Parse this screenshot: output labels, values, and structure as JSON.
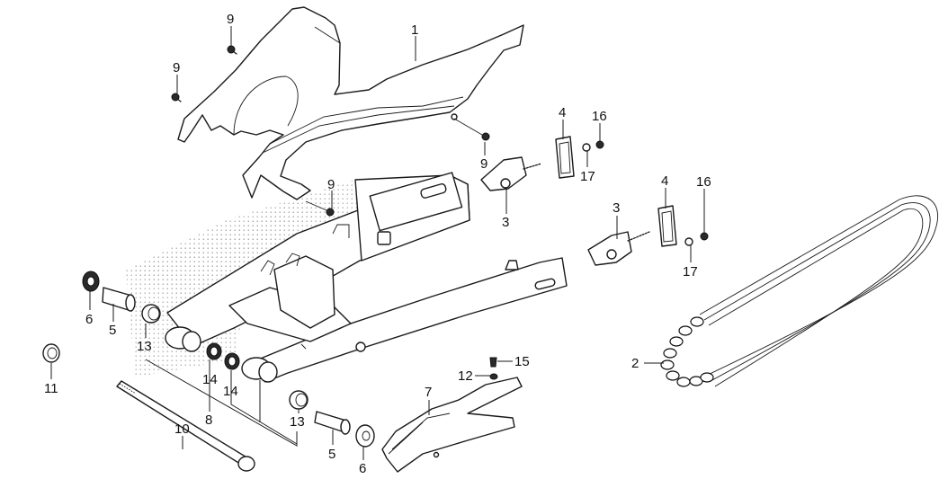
{
  "diagram": {
    "title": "Swingarm / Drive Chain exploded view",
    "callouts": [
      {
        "id": "c1",
        "label": "1",
        "part": "chain-case"
      },
      {
        "id": "c2",
        "label": "2",
        "part": "drive-chain"
      },
      {
        "id": "c3a",
        "label": "3",
        "part": "chain-adjuster-upper"
      },
      {
        "id": "c3b",
        "label": "3",
        "part": "chain-adjuster-lower"
      },
      {
        "id": "c4a",
        "label": "4",
        "part": "adjuster-plate-upper"
      },
      {
        "id": "c4b",
        "label": "4",
        "part": "adjuster-plate-lower"
      },
      {
        "id": "c5a",
        "label": "5",
        "part": "pivot-collar-left"
      },
      {
        "id": "c5b",
        "label": "5",
        "part": "pivot-collar-right"
      },
      {
        "id": "c6a",
        "label": "6",
        "part": "dust-seal-left"
      },
      {
        "id": "c6b",
        "label": "6",
        "part": "dust-seal-right"
      },
      {
        "id": "c7",
        "label": "7",
        "part": "chain-slider"
      },
      {
        "id": "c8",
        "label": "8",
        "part": "swingarm"
      },
      {
        "id": "c9a",
        "label": "9",
        "part": "bolt-top"
      },
      {
        "id": "c9b",
        "label": "9",
        "part": "bolt-left"
      },
      {
        "id": "c9c",
        "label": "9",
        "part": "bolt-right"
      },
      {
        "id": "c9d",
        "label": "9",
        "part": "bolt-lower"
      },
      {
        "id": "c10",
        "label": "10",
        "part": "pivot-bolt"
      },
      {
        "id": "c11",
        "label": "11",
        "part": "pivot-nut"
      },
      {
        "id": "c12",
        "label": "12",
        "part": "washer"
      },
      {
        "id": "c13a",
        "label": "13",
        "part": "needle-bearing-left"
      },
      {
        "id": "c13b",
        "label": "13",
        "part": "needle-bearing-right"
      },
      {
        "id": "c14a",
        "label": "14",
        "part": "ball-bearing-a"
      },
      {
        "id": "c14b",
        "label": "14",
        "part": "ball-bearing-b"
      },
      {
        "id": "c15",
        "label": "15",
        "part": "screw"
      },
      {
        "id": "c16a",
        "label": "16",
        "part": "lock-nut-upper"
      },
      {
        "id": "c16b",
        "label": "16",
        "part": "lock-nut-lower"
      },
      {
        "id": "c17a",
        "label": "17",
        "part": "adjust-nut-upper"
      },
      {
        "id": "c17b",
        "label": "17",
        "part": "adjust-nut-lower"
      }
    ]
  }
}
